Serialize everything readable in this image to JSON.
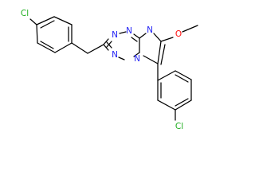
{
  "structure": {
    "atoms": {
      "cl1": "Cl",
      "cl2": "Cl",
      "n1": "N",
      "n2": "N",
      "n3": "N",
      "n4": "N",
      "n5": "N",
      "o1": "O"
    },
    "colors": {
      "chlorine": "#1fae1f",
      "nitrogen": "#2323f5",
      "oxygen": "#ff0d0d",
      "bond": "#000000"
    }
  }
}
